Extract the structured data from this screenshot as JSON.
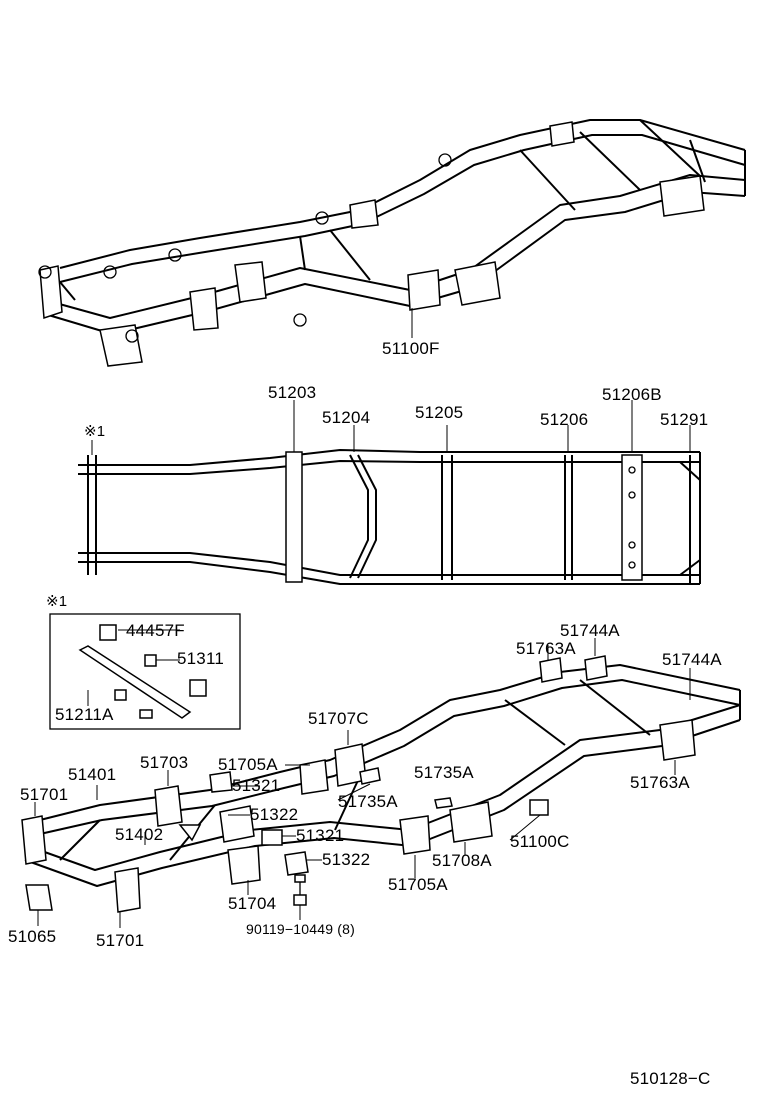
{
  "labels": {
    "frame_assy": "51100F",
    "p51203": "51203",
    "p51204": "51204",
    "p51205": "51205",
    "p51206": "51206",
    "p51206B": "51206B",
    "p51291": "51291",
    "ref_mark_top": "※1",
    "ref_mark_box": "※1",
    "p44457F": "44457F",
    "p51311": "51311",
    "p51211A": "51211A",
    "p51744A_left": "51744A",
    "p51744A_right": "51744A",
    "p51763A_top": "51763A",
    "p51763A_bottom": "51763A",
    "p51707C": "51707C",
    "p51705A_top": "51705A",
    "p51705A_bottom": "51705A",
    "p51703": "51703",
    "p51401": "51401",
    "p51701_left": "51701",
    "p51701_bottom": "51701",
    "p51321_top": "51321",
    "p51321_mid": "51321",
    "p51322_top": "51322",
    "p51322_bottom": "51322",
    "p51735A_right": "51735A",
    "p51735A_center": "51735A",
    "p51402": "51402",
    "p51708A": "51708A",
    "p51100C": "51100C",
    "p51704": "51704",
    "p51065": "51065",
    "bolt": "90119−10449 (8)",
    "diagram_code": "510128−C"
  }
}
